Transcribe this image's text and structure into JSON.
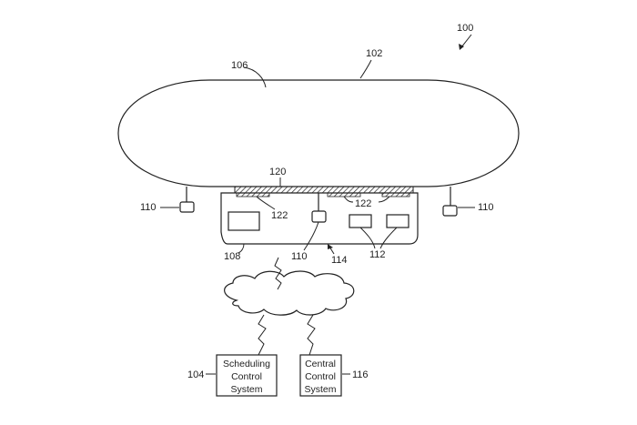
{
  "refs": {
    "system": "100",
    "airship": "102",
    "envelope": "106",
    "gondola": "108",
    "sensor": "110",
    "compartments": "112",
    "gondola_bottom": "114",
    "central_control": "116",
    "solar_panel": "120",
    "panel_elements": "122",
    "scheduling_control": "104"
  },
  "boxes": {
    "scheduling": [
      "Scheduling",
      "Control",
      "System"
    ],
    "central": [
      "Central",
      "Control",
      "System"
    ]
  },
  "colors": {
    "ink": "#222222",
    "background": "#ffffff"
  }
}
